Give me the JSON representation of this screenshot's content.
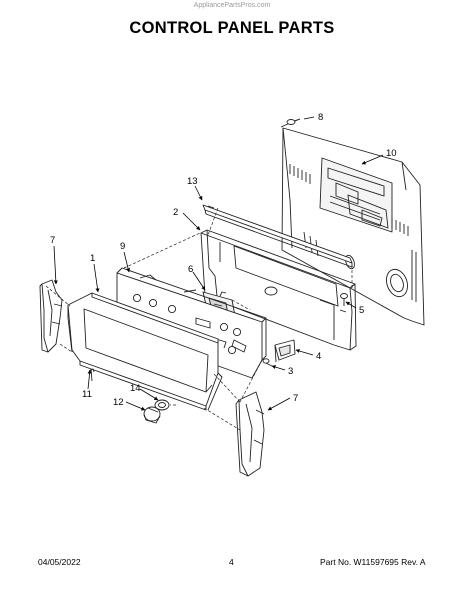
{
  "header": {
    "watermark": "AppliancePartsPros.com",
    "title": "CONTROL PANEL PARTS"
  },
  "callouts": {
    "c1": "1",
    "c2": "2",
    "c3": "3",
    "c4": "4",
    "c5": "5",
    "c6": "6",
    "c7_left": "7",
    "c7_right": "7",
    "c8": "8",
    "c9": "9",
    "c10": "10",
    "c11": "11",
    "c12": "12",
    "c13": "13",
    "c14": "14"
  },
  "footer": {
    "date": "04/05/2022",
    "page": "4",
    "part_info": "Part No. W11597695  Rev. A"
  }
}
